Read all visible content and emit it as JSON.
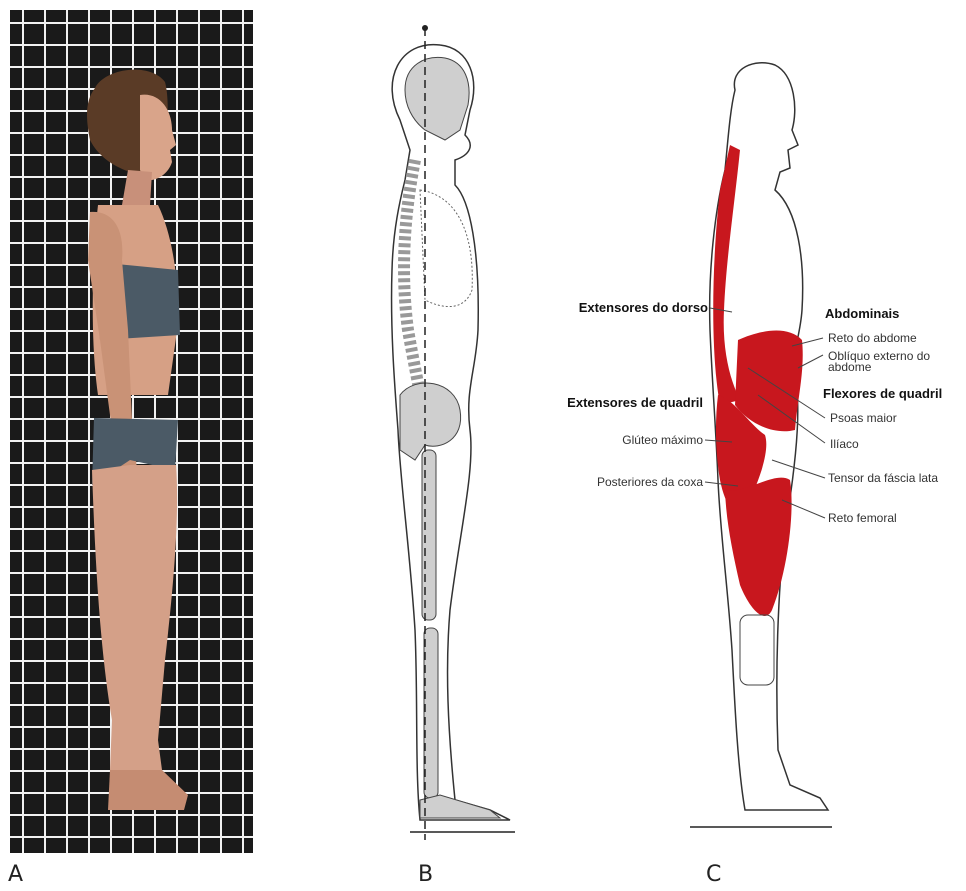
{
  "panels": {
    "a": {
      "letter": "A"
    },
    "b": {
      "letter": "B"
    },
    "c": {
      "letter": "C",
      "labels": {
        "back_extensors": "Extensores do dorso",
        "abdominals": "Abdominais",
        "rectus_abdominis": "Reto do abdome",
        "external_oblique_1": "Oblíquo externo do",
        "external_oblique_2": "abdome",
        "hip_flexors": "Flexores de quadril",
        "psoas_major": "Psoas maior",
        "iliacus": "Ilíaco",
        "hip_extensors": "Extensores de quadril",
        "gluteus_maximus": "Glúteo máximo",
        "hamstrings": "Posteriores da coxa",
        "tensor_fasciae_latae": "Tensor da fáscia lata",
        "rectus_femoris": "Reto femoral"
      }
    }
  },
  "colors": {
    "grid_background": "#1a1a1a",
    "grid_lines": "#ffffff",
    "muscle_red": "#c8171e",
    "bone_gray": "#cfcfcf",
    "outline": "#333333"
  }
}
